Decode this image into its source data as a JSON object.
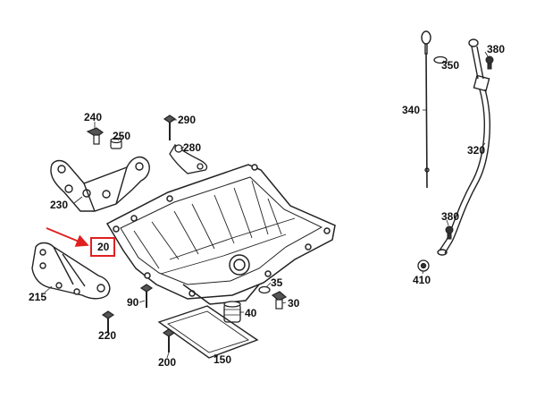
{
  "labels": {
    "p20": "20",
    "p30": "30",
    "p35": "35",
    "p40": "40",
    "p90": "90",
    "p150": "150",
    "p200": "200",
    "p215": "215",
    "p220": "220",
    "p230": "230",
    "p240": "240",
    "p250": "250",
    "p280": "280",
    "p290": "290",
    "p320": "320",
    "p340": "340",
    "p350": "350",
    "p380a": "380",
    "p380b": "380",
    "p410": "410"
  },
  "colors": {
    "line": "#222222",
    "highlight": "#e02020"
  }
}
